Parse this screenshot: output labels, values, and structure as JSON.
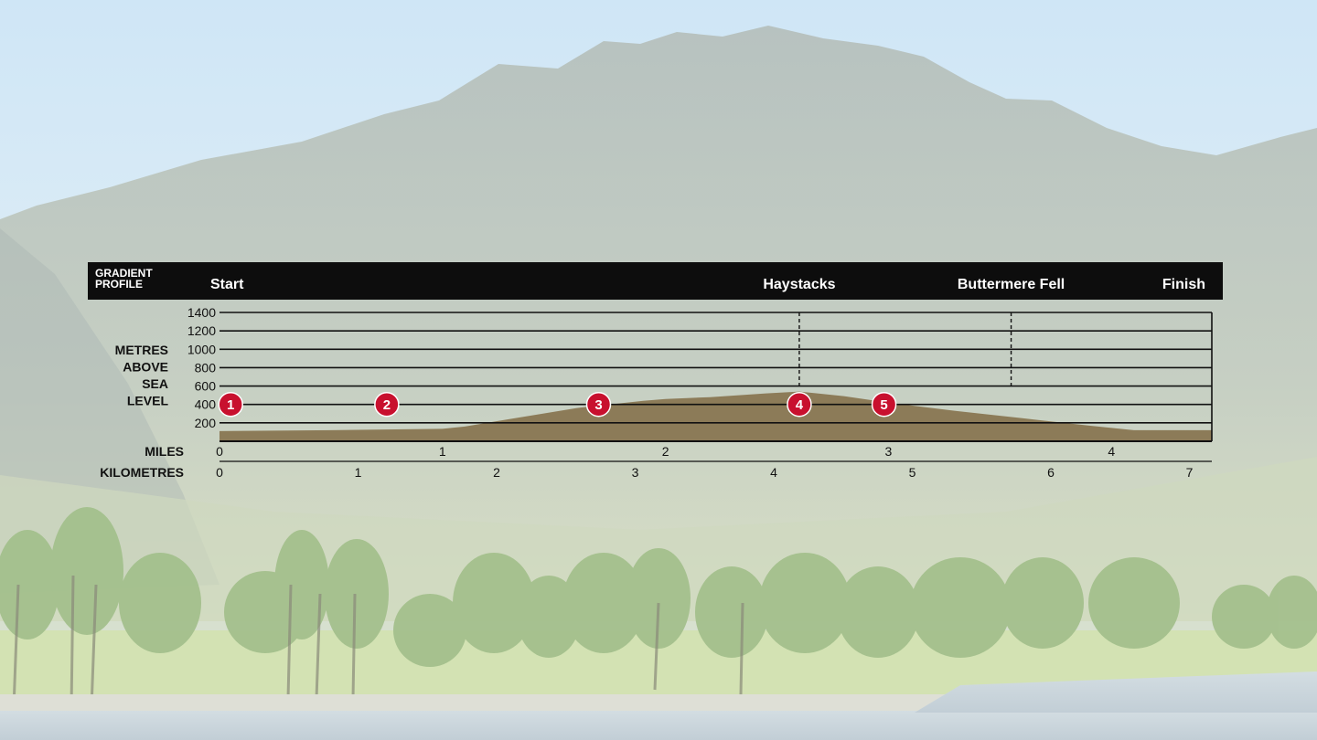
{
  "colors": {
    "header_bg": "#0d0d0d",
    "profile_fill": "#8c7b58",
    "marker_red": "#c8102e",
    "grid": "#111111",
    "sky": "#d6e9f5",
    "mountain": "#b9c3bf",
    "meadow": "#cfe0a8",
    "trees": "#9dbb86",
    "lake": "#c9d6de"
  },
  "chart_data": {
    "type": "area",
    "header_title_lines": [
      "GRADIENT",
      "PROFILE"
    ],
    "waypoints": [
      {
        "label": "Start",
        "mile": 0
      },
      {
        "label": "Haystacks",
        "mile": 2.6
      },
      {
        "label": "Buttermere Fell",
        "mile": 3.55
      },
      {
        "label": "Finish",
        "mile": 4.45
      }
    ],
    "ylabel_lines": [
      "METRES",
      "ABOVE",
      "SEA",
      "LEVEL"
    ],
    "y_ticks": [
      200,
      400,
      600,
      800,
      1000,
      1200,
      1400
    ],
    "ylim": [
      0,
      1400
    ],
    "miles_label": "MILES",
    "miles_ticks": [
      0,
      1,
      2,
      3,
      4
    ],
    "km_label": "KILOMETRES",
    "km_ticks": [
      0,
      1,
      2,
      3,
      4,
      5,
      6,
      7
    ],
    "xlim_miles": [
      0,
      4.45
    ],
    "profile": {
      "distance_miles": [
        0,
        0.5,
        1.0,
        1.1,
        1.3,
        1.6,
        1.9,
        2.0,
        2.2,
        2.45,
        2.6,
        2.8,
        3.0,
        3.3,
        3.6,
        3.9,
        4.1,
        4.45
      ],
      "elevation_m": [
        110,
        120,
        135,
        160,
        240,
        360,
        440,
        460,
        480,
        520,
        540,
        490,
        420,
        330,
        250,
        170,
        120,
        120
      ]
    },
    "markers": [
      {
        "label": "1",
        "mile": 0.05,
        "elevation": 400
      },
      {
        "label": "2",
        "mile": 0.75,
        "elevation": 400
      },
      {
        "label": "3",
        "mile": 1.7,
        "elevation": 400
      },
      {
        "label": "4",
        "mile": 2.6,
        "elevation": 400
      },
      {
        "label": "5",
        "mile": 2.98,
        "elevation": 400
      }
    ]
  }
}
